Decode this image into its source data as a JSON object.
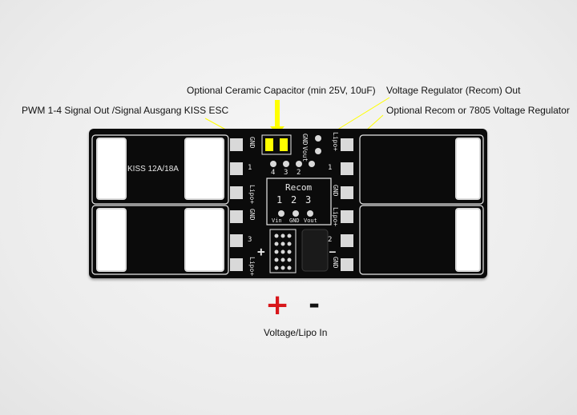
{
  "callouts": {
    "capacitor": "Optional Ceramic Capacitor (min 25V, 10uF)",
    "regulator_out": "Voltage Regulator (Recom)  Out",
    "pwm": "PWM 1-4 Signal Out /Signal Ausgang KISS ESC",
    "recom_option": "Optional Recom or 7805 Voltage Regulator",
    "plus": "+",
    "minus": "-",
    "voltage_in": "Voltage/Lipo In"
  },
  "board": {
    "esc_label": "KISS 12A/18A",
    "recom_label": "Recom",
    "recom_pins": [
      "1",
      "2",
      "3"
    ],
    "recom_pin_names": [
      "Vin",
      "GND",
      "Vout"
    ],
    "top_pin_labels": [
      "GND",
      "Vout"
    ],
    "top_pin_numbers": [
      "4",
      "3",
      "2"
    ],
    "pad_labels_left": [
      "GND",
      "1",
      "Lipo+",
      "GND",
      "3",
      "Lipo+"
    ],
    "pad_labels_right": [
      "Lipo+",
      "1",
      "GND",
      "Lipo+",
      "2",
      "GND"
    ],
    "plus_mark": "+",
    "minus_mark": "—"
  },
  "colors": {
    "board": "#0b0b0b",
    "silkscreen": "#e8e8e8",
    "pad": "#d9d9d9",
    "highlight": "#ffff00",
    "plus_sign": "#d8171b"
  }
}
